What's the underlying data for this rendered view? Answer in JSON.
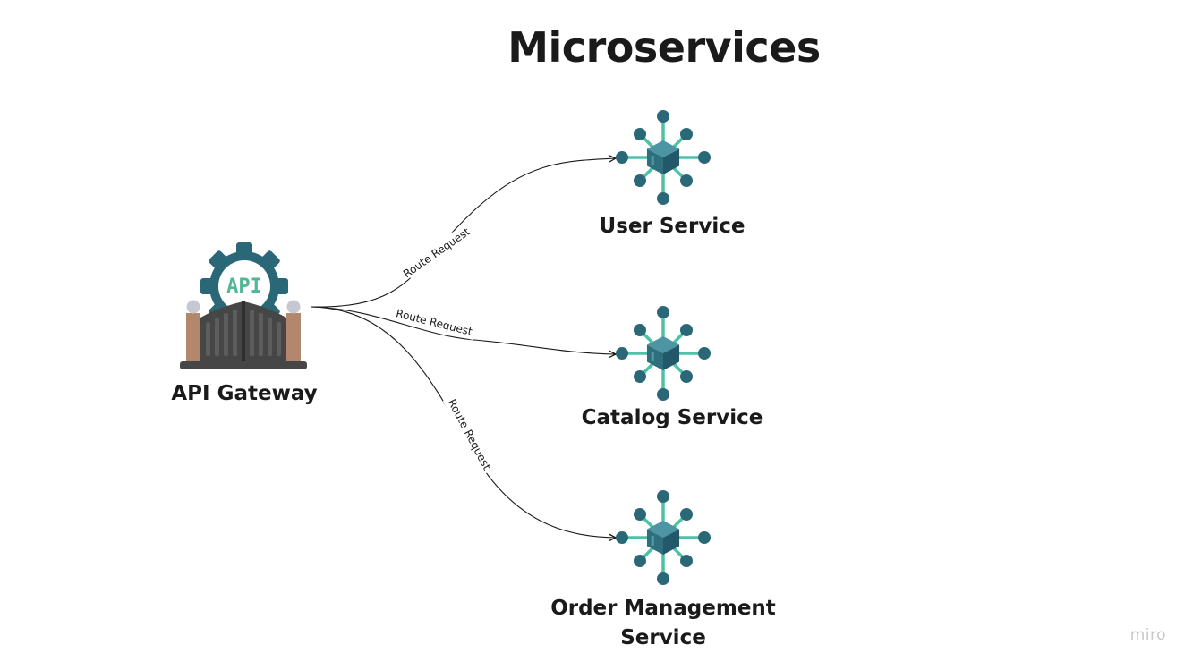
{
  "title": "Microservices",
  "colors": {
    "hub_node": "#2b6877",
    "hub_spoke": "#4ec1a6",
    "cube_top": "#4d95a2",
    "cube_left": "#2d6f7d",
    "cube_right": "#22586a",
    "gear": "#2b6877",
    "api_text": "#4fb893",
    "gate_dark": "#464646",
    "gate_bar": "#5d5d5d",
    "pillar": "#b2876c",
    "pillar_cap": "#c5c7d3",
    "edge": "#1a1a1a",
    "brand": "#c5c7cc"
  },
  "gateway": {
    "label": "API Gateway",
    "badge_text": "API",
    "icon": "api-gateway-icon"
  },
  "services": [
    {
      "label": "User Service",
      "icon": "microservice-hub-icon"
    },
    {
      "label": "Catalog Service",
      "icon": "microservice-hub-icon"
    },
    {
      "label": "Order Management Service",
      "icon": "microservice-hub-icon"
    }
  ],
  "edges": [
    {
      "label": "Route Request",
      "from": "API Gateway",
      "to": "User Service"
    },
    {
      "label": "Route Request",
      "from": "API Gateway",
      "to": "Catalog Service"
    },
    {
      "label": "Route Request",
      "from": "API Gateway",
      "to": "Order Management Service"
    }
  ],
  "brand": "miro"
}
